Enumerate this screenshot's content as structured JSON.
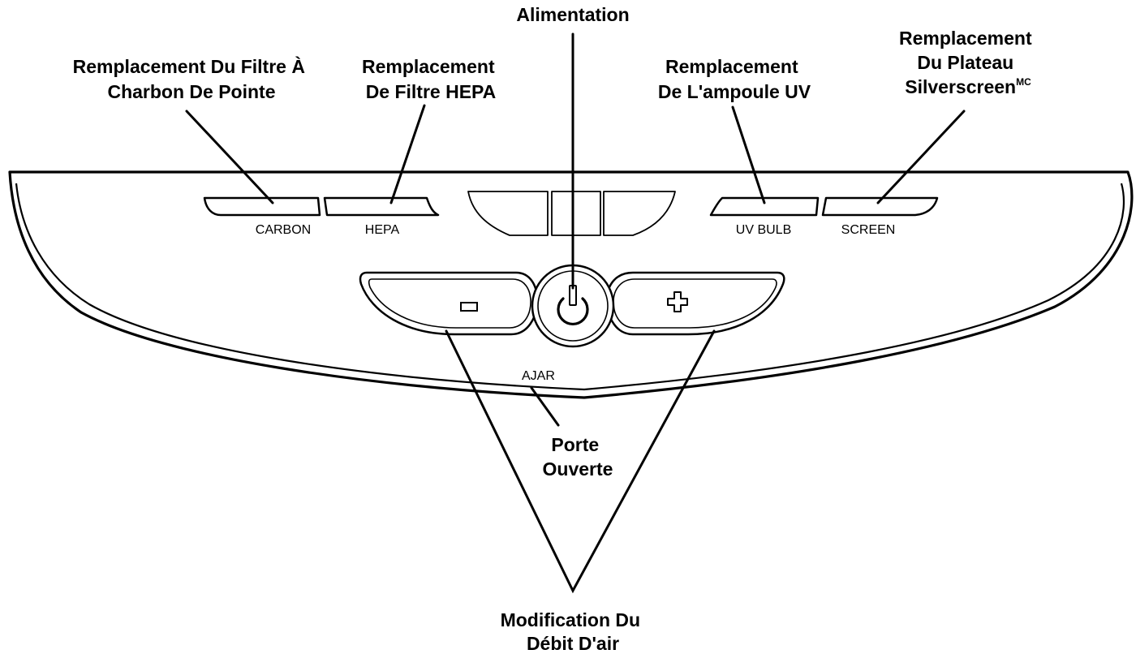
{
  "callouts": {
    "power": "Alimentation",
    "carbon": [
      "Remplacement Du Filtre À",
      "Charbon De Pointe"
    ],
    "hepa": [
      "Remplacement",
      "De Filtre HEPA"
    ],
    "uv": [
      "Remplacement",
      "De L'ampoule UV"
    ],
    "screen": [
      "Remplacement",
      "Du Plateau",
      "Silverscreen"
    ],
    "screen_sup": "MC",
    "door": [
      "Porte",
      "Ouverte"
    ],
    "airflow": [
      "Modification Du",
      "Débit D'air"
    ]
  },
  "panel": {
    "carbon_label": "CARBON",
    "hepa_label": "HEPA",
    "uv_label": "UV BULB",
    "screen_label": "SCREEN",
    "ajar_label": "AJAR"
  },
  "icons": {
    "power": "power-icon",
    "minus": "minus-icon",
    "plus": "plus-icon"
  },
  "colors": {
    "line": "#000000",
    "background": "#ffffff"
  }
}
